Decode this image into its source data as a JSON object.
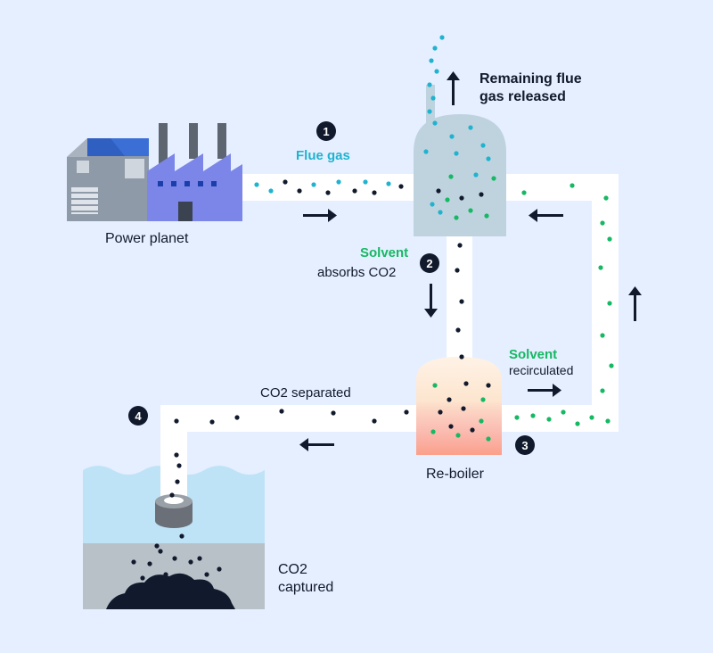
{
  "labels": {
    "power_plant": "Power planet",
    "flue_gas": "Flue gas",
    "remaining_line1": "Remaining flue",
    "remaining_line2": "gas released",
    "solvent": "Solvent",
    "absorbs": "absorbs CO2",
    "solvent_recirc": "Solvent",
    "recirculated": "recirculated",
    "co2_separated": "CO2 separated",
    "reboiler": "Re-boiler",
    "co2_line1": "CO2",
    "co2_line2": "captured"
  },
  "steps": [
    "1",
    "2",
    "3",
    "4"
  ],
  "colors": {
    "background": "#e6efff",
    "pipe": "#ffffff",
    "absorber": "#bfd3df",
    "navy": "#111a2c",
    "flue_gas_dot": "#1fb3cf",
    "solvent_dot": "#16b864",
    "co2_dot": "#111a2c",
    "reboiler_top": "#fde9d5",
    "reboiler_bottom": "#f7868a",
    "water": "#bfe3f6",
    "seabed": "#b8c1c8"
  },
  "icons": [
    "factory-icon",
    "arrow-right-icon",
    "arrow-left-icon",
    "arrow-up-icon",
    "arrow-down-icon",
    "co2-pile-icon"
  ]
}
